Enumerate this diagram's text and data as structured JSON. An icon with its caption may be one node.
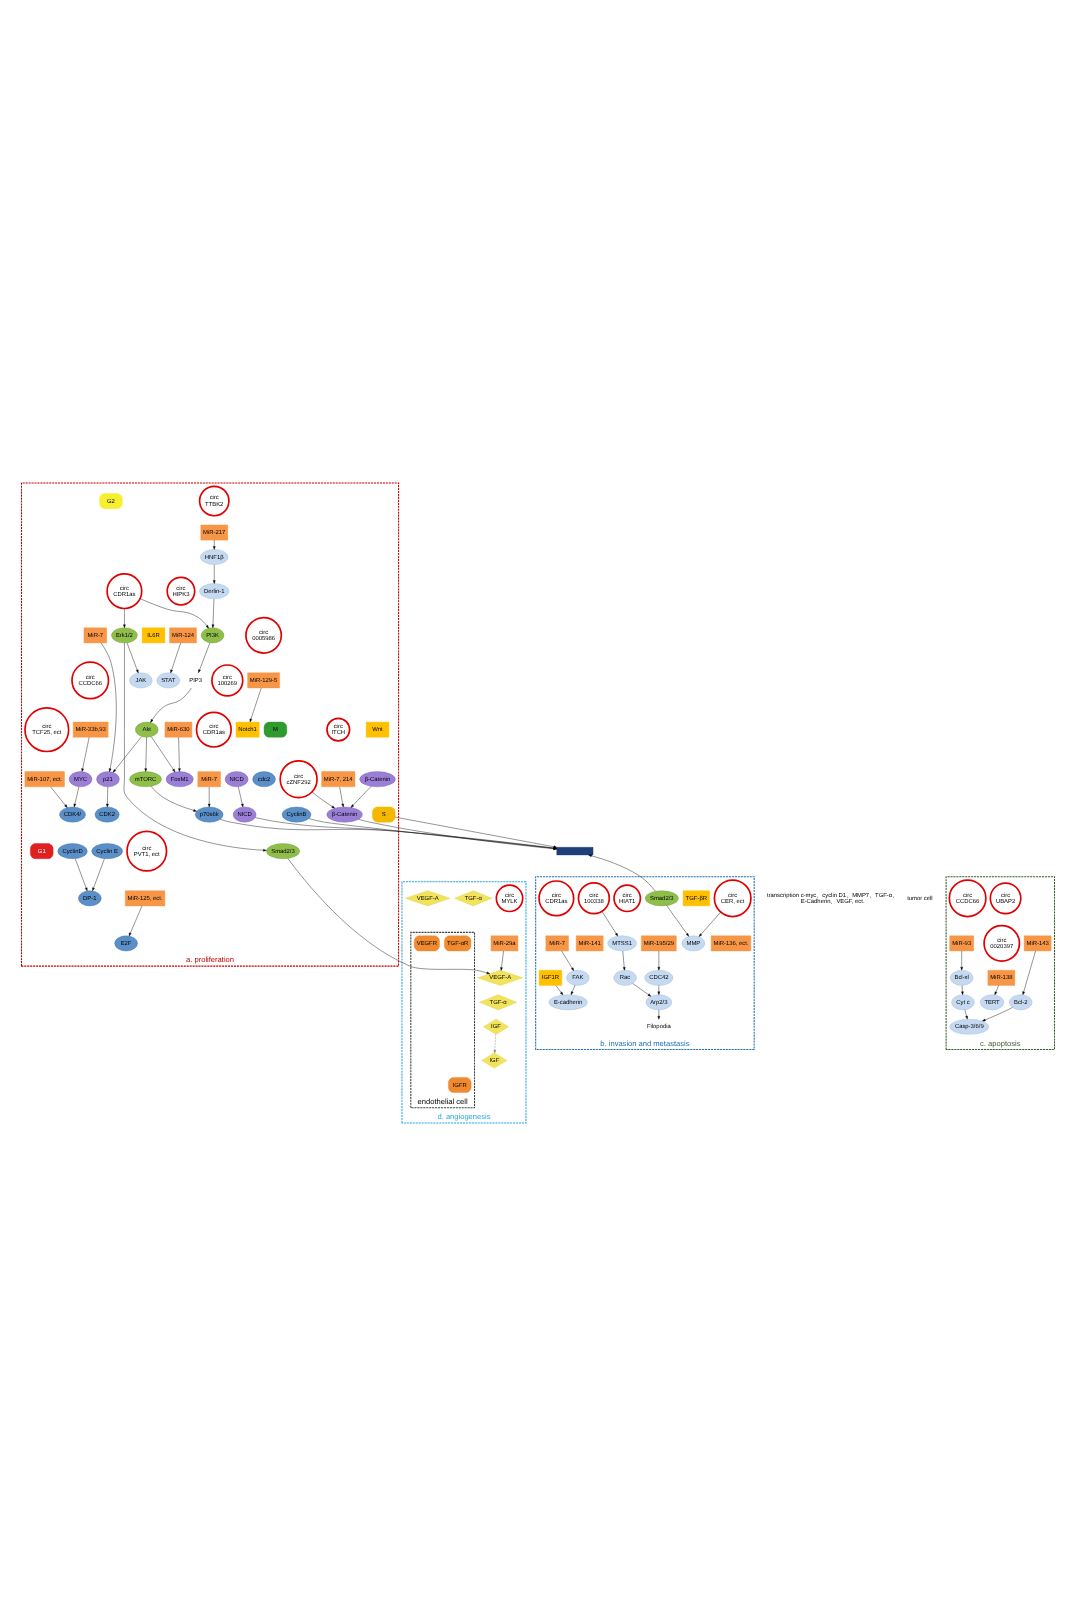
{
  "diagram": {
    "nodes": [
      {
        "text": [
          "a. proliferation"
        ]
      },
      {
        "text": [
          "Wnt"
        ],
        "in": 0
      },
      {
        "text": [
          "Notch1"
        ],
        "in": 0
      },
      {
        "text": [
          "IL6R"
        ],
        "in": 0
      },
      {
        "text": [
          "β-Catenin"
        ],
        "in": 0
      },
      {
        "text": [
          "NICD"
        ],
        "in": 0
      },
      {
        "text": [
          "PI3K"
        ],
        "in": 0
      },
      {
        "text": [
          "PIP3"
        ],
        "in": 0
      },
      {
        "text": [
          "Derlin-1"
        ],
        "in": 0
      },
      {
        "text": [
          "HNF1β"
        ],
        "in": 0
      },
      {
        "text": [
          "STAT"
        ],
        "in": 0
      },
      {
        "text": [
          "JAK"
        ],
        "in": 0
      },
      {
        "text": [
          "MiR-129-5"
        ],
        "in": 0
      },
      {
        "text": [
          "circ 0005986"
        ],
        "in": 0
      },
      {
        "text": [
          "circ CDR1as"
        ],
        "in": 0
      },
      {
        "text": [
          "MiR-7"
        ],
        "in": 0
      },
      {
        "text": [
          "MiR-217"
        ],
        "in": 0
      },
      {
        "text": [
          "circ TTBK2"
        ],
        "in": 0
      },
      {
        "text": [
          "MiR-124"
        ],
        "in": 0
      },
      {
        "text": [
          "circ HIPK3"
        ],
        "in": 0
      },
      {
        "text": [
          "circ ITCH"
        ],
        "in": 0
      },
      {
        "text": [
          "MiR-7, 214"
        ],
        "in": 0
      },
      {
        "text": [
          "circ 100269"
        ],
        "in": 0
      },
      {
        "text": [
          "MiR-630"
        ],
        "in": 0
      },
      {
        "text": [
          "Akt"
        ],
        "in": 0
      },
      {
        "text": [
          "FoxM1"
        ],
        "in": 0
      },
      {
        "text": [
          "mTORC"
        ],
        "in": 0
      },
      {
        "text": [
          "p21"
        ],
        "in": 0
      },
      {
        "text": [
          "MYC"
        ],
        "in": 0
      },
      {
        "text": [
          "MiR-33b,93"
        ],
        "in": 0
      },
      {
        "text": [
          "circ CCDC66"
        ],
        "in": 0
      },
      {
        "text": [
          "circ TCF25, ect"
        ],
        "in": 0
      },
      {
        "text": [
          "MiR-107, ect."
        ],
        "in": 0
      },
      {
        "text": [
          "Erk1/2"
        ],
        "in": 0
      },
      {
        "text": [
          "Smad2/3"
        ],
        "in": 0
      },
      {
        "text": [
          "circ PVT1, ect"
        ],
        "in": 0
      },
      {
        "text": [
          "MiR-125, ect."
        ],
        "in": 0
      },
      {
        "text": [
          "CDK4/"
        ],
        "in": 0
      },
      {
        "text": [
          "CyclinD"
        ],
        "in": 0
      },
      {
        "text": [
          "β-Catenin"
        ],
        "in": 0
      },
      {
        "text": [
          "NICD"
        ],
        "in": 0
      },
      {
        "text": [
          "circ CDR1as"
        ],
        "in": 0
      },
      {
        "text": [
          "MiR-7"
        ],
        "in": 0
      },
      {
        "text": [
          "circ cZNF292"
        ],
        "in": 0
      },
      {
        "text": [
          "CDK2"
        ],
        "in": 0
      },
      {
        "text": [
          "Cyclin E"
        ],
        "in": 0
      },
      {
        "text": [
          "cdc2"
        ],
        "in": 0
      },
      {
        "text": [
          "CyclinB"
        ],
        "in": 0
      },
      {
        "text": [
          "DP-1"
        ],
        "in": 0
      },
      {
        "text": [
          "E2F"
        ],
        "in": 0
      },
      {
        "text": [
          "G1"
        ],
        "in": 0
      },
      {
        "text": [
          "S"
        ],
        "in": 0
      },
      {
        "text": [
          "G2"
        ],
        "in": 0
      },
      {
        "text": [
          "M"
        ],
        "in": 0
      },
      {
        "text": [
          "p70s6k"
        ],
        "in": 0
      },
      {
        "text": [],
        "shape": "helix"
      },
      {
        "text": [
          "b. invasion and metastasis"
        ]
      },
      {
        "text": [
          "Filopodia"
        ],
        "in": 56
      },
      {
        "text": [
          "Arp2/3"
        ],
        "in": 56
      },
      {
        "text": [
          "CDC42"
        ],
        "in": 56
      },
      {
        "text": [
          "Rac"
        ],
        "in": 56
      },
      {
        "text": [
          "MTSS1"
        ],
        "in": 56
      },
      {
        "text": [
          "MiR-195/29"
        ],
        "in": 56
      },
      {
        "text": [
          "circ HIAT1"
        ],
        "in": 56
      },
      {
        "text": [
          "E-cadherin"
        ],
        "in": 56
      },
      {
        "text": [
          "circ 100338"
        ],
        "in": 56
      },
      {
        "text": [
          "FAK"
        ],
        "in": 56
      },
      {
        "text": [
          "MiR-141"
        ],
        "in": 56
      },
      {
        "text": [
          "MMP"
        ],
        "in": 56
      },
      {
        "text": [
          "MiR-7"
        ],
        "in": 56
      },
      {
        "text": [
          "circ CDR1as"
        ],
        "in": 56
      },
      {
        "text": [
          "circ CER, ect"
        ],
        "in": 56
      },
      {
        "text": [
          "MiR-136, ect."
        ],
        "in": 56
      },
      {
        "text": [
          "IGF1R"
        ],
        "in": 56
      },
      {
        "text": [
          "TGF-βR"
        ],
        "in": 56
      },
      {
        "text": [
          "Smad2/3"
        ],
        "in": 56
      },
      {
        "text": [
          "c. apoptosis"
        ]
      },
      {
        "text": [
          "Casp-3/6/9"
        ],
        "in": 76
      },
      {
        "text": [
          "Cyt c"
        ],
        "in": 76
      },
      {
        "text": [
          "Bcl-2"
        ],
        "in": 76
      },
      {
        "text": [
          "Bcl-xl"
        ],
        "in": 76
      },
      {
        "text": [
          "MiR-143"
        ],
        "in": 76
      },
      {
        "text": [
          "circ UBAP2"
        ],
        "in": 76
      },
      {
        "text": [
          "MiR-93"
        ],
        "in": 76
      },
      {
        "text": [
          "circ CCDC66"
        ],
        "in": 76
      },
      {
        "text": [
          "circ 0020397"
        ],
        "in": 76
      },
      {
        "text": [
          "MiR-138"
        ],
        "in": 76
      },
      {
        "text": [
          "TERT"
        ],
        "in": 76
      },
      {
        "text": [
          "d. angiogenesis"
        ]
      },
      {
        "text": [
          "circ MYLK"
        ],
        "in": 88
      },
      {
        "text": [
          "MiR-29a"
        ],
        "in": 88
      },
      {
        "text": [
          "VEGF-A"
        ],
        "in": 88
      },
      {
        "text": [
          "TGF-α"
        ],
        "in": 88
      },
      {
        "text": [
          "IGF"
        ],
        "in": 88
      },
      {
        "text": [
          "endothelial cell"
        ],
        "in": 88
      },
      {
        "text": [
          "VEGF-A"
        ],
        "in": 88
      },
      {
        "text": [
          "IGF"
        ],
        "in": 88
      },
      {
        "text": [
          "TGF-α"
        ],
        "in": 88
      },
      {
        "text": [
          "VEGFR"
        ],
        "in": 94
      },
      {
        "text": [
          "IGFR"
        ],
        "in": 94
      },
      {
        "text": [
          "TGF-αR"
        ],
        "in": 94
      }
    ],
    "edges": [
      {
        "from": 12,
        "to": 2,
        "arrow": "to"
      },
      {
        "from": 8,
        "to": 6,
        "arrow": "to"
      },
      {
        "from": 14,
        "to": 6,
        "arrow": "to"
      },
      {
        "from": 6,
        "to": 7,
        "arrow": "to"
      },
      {
        "from": 7,
        "to": 24,
        "arrow": "to"
      },
      {
        "from": 24,
        "to": 25,
        "arrow": "to"
      },
      {
        "from": 24,
        "to": 26,
        "arrow": "to"
      },
      {
        "from": 24,
        "to": 27,
        "arrow": "to"
      },
      {
        "from": 15,
        "to": 27,
        "arrow": "to"
      },
      {
        "from": 23,
        "to": 25,
        "arrow": "to"
      },
      {
        "from": 9,
        "to": 8,
        "arrow": "to"
      },
      {
        "from": 16,
        "to": 9,
        "arrow": "to"
      },
      {
        "from": 18,
        "to": 10,
        "arrow": "to"
      },
      {
        "from": 14,
        "to": 33,
        "arrow": "to"
      },
      {
        "from": 33,
        "to": 11,
        "arrow": "to"
      },
      {
        "from": 33,
        "to": 34,
        "arrow": "to"
      },
      {
        "from": 29,
        "to": 28,
        "arrow": "to"
      },
      {
        "from": 28,
        "to": 37,
        "arrow": "to"
      },
      {
        "from": 32,
        "to": 37,
        "arrow": "to"
      },
      {
        "from": 27,
        "to": 44,
        "arrow": "to"
      },
      {
        "from": 45,
        "to": 48,
        "arrow": "to"
      },
      {
        "from": 38,
        "to": 48,
        "arrow": "to"
      },
      {
        "from": 36,
        "to": 49,
        "arrow": "to"
      },
      {
        "from": 34,
        "to": 91,
        "arrow": "to"
      },
      {
        "from": 4,
        "to": 39,
        "arrow": "to"
      },
      {
        "from": 21,
        "to": 39,
        "arrow": "to"
      },
      {
        "from": 43,
        "to": 39,
        "arrow": "to"
      },
      {
        "from": 5,
        "to": 40,
        "arrow": "to"
      },
      {
        "from": 39,
        "to": 55,
        "arrow": "to"
      },
      {
        "from": 40,
        "to": 55,
        "arrow": "to"
      },
      {
        "from": 26,
        "to": 54,
        "arrow": "to"
      },
      {
        "from": 42,
        "to": 54,
        "arrow": "to"
      },
      {
        "from": 54,
        "to": 55,
        "arrow": "to"
      },
      {
        "from": 47,
        "to": 55,
        "arrow": "to"
      },
      {
        "from": 51,
        "to": 55,
        "arrow": "to"
      },
      {
        "from": 58,
        "to": 57,
        "arrow": "to"
      },
      {
        "from": 59,
        "to": 58,
        "arrow": "to"
      },
      {
        "from": 60,
        "to": 58,
        "arrow": "to"
      },
      {
        "from": 61,
        "to": 60,
        "arrow": "to"
      },
      {
        "from": 62,
        "to": 59,
        "arrow": "to"
      },
      {
        "from": 65,
        "to": 61,
        "arrow": "to"
      },
      {
        "from": 66,
        "to": 64,
        "arrow": "to"
      },
      {
        "from": 69,
        "to": 66,
        "arrow": "to"
      },
      {
        "from": 73,
        "to": 64,
        "arrow": "to"
      },
      {
        "from": 71,
        "to": 68,
        "arrow": "to"
      },
      {
        "from": 75,
        "to": 68,
        "arrow": "to"
      },
      {
        "from": 75,
        "to": 55,
        "arrow": "to"
      },
      {
        "from": 80,
        "to": 78,
        "arrow": "to"
      },
      {
        "from": 78,
        "to": 77,
        "arrow": "to"
      },
      {
        "from": 79,
        "to": 77,
        "arrow": "to"
      },
      {
        "from": 81,
        "to": 79,
        "arrow": "to"
      },
      {
        "from": 83,
        "to": 80,
        "arrow": "to"
      },
      {
        "from": 86,
        "to": 87,
        "arrow": "to"
      },
      {
        "from": 90,
        "to": 91,
        "arrow": "to"
      },
      {
        "from": 93,
        "to": 96,
        "arrow": "to",
        "style": "dashed",
        "color": "#808080"
      }
    ],
    "labels": [
      "transcription c-myc、cyclin D1、MMP7、TGF-α、E-Cadherin、VEGF, ect.",
      "tumor cell"
    ]
  }
}
